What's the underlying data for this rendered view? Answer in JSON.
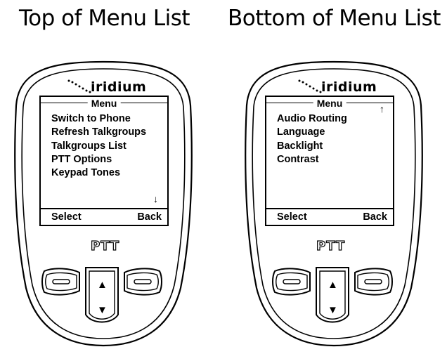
{
  "panels": [
    {
      "caption": "Top of Menu List",
      "brand": "iridium",
      "screen_title": "Menu",
      "menu_items": [
        "Switch to Phone",
        "Refresh Talkgroups",
        "Talkgroups List",
        "PTT Options",
        "Keypad Tones"
      ],
      "scroll_indicator": "↓",
      "softkey_left": "Select",
      "softkey_right": "Back",
      "ptt_label": "PTT"
    },
    {
      "caption": "Bottom of Menu List",
      "brand": "iridium",
      "screen_title": "Menu",
      "menu_items": [
        "Audio Routing",
        "Language",
        "Backlight",
        "Contrast"
      ],
      "scroll_indicator": "↑",
      "softkey_left": "Select",
      "softkey_right": "Back",
      "ptt_label": "PTT"
    }
  ],
  "icons": {
    "up_arrow": "▲",
    "down_arrow": "▼"
  }
}
